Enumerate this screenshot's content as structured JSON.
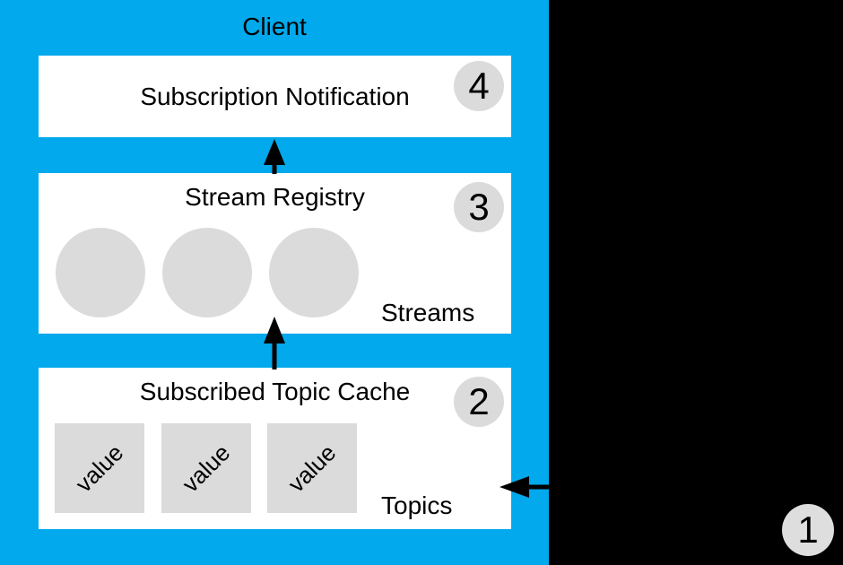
{
  "diagram": {
    "client_label": "Client",
    "notification_box": {
      "title": "Subscription Notification",
      "badge": "4"
    },
    "registry_box": {
      "title": "Stream Registry",
      "badge": "3",
      "caption": "Streams",
      "stream_count": 3
    },
    "cache_box": {
      "title": "Subscribed Topic Cache",
      "badge": "2",
      "caption": "Topics",
      "cells": [
        "value",
        "value",
        "value"
      ]
    },
    "external_badge": "1",
    "colors": {
      "canvas_background": "#000000",
      "client_panel": "#02A9EC",
      "box_fill": "#FFFFFF",
      "shape_fill": "#DBDBDB",
      "text": "#000000",
      "arrow": "#000000"
    }
  }
}
